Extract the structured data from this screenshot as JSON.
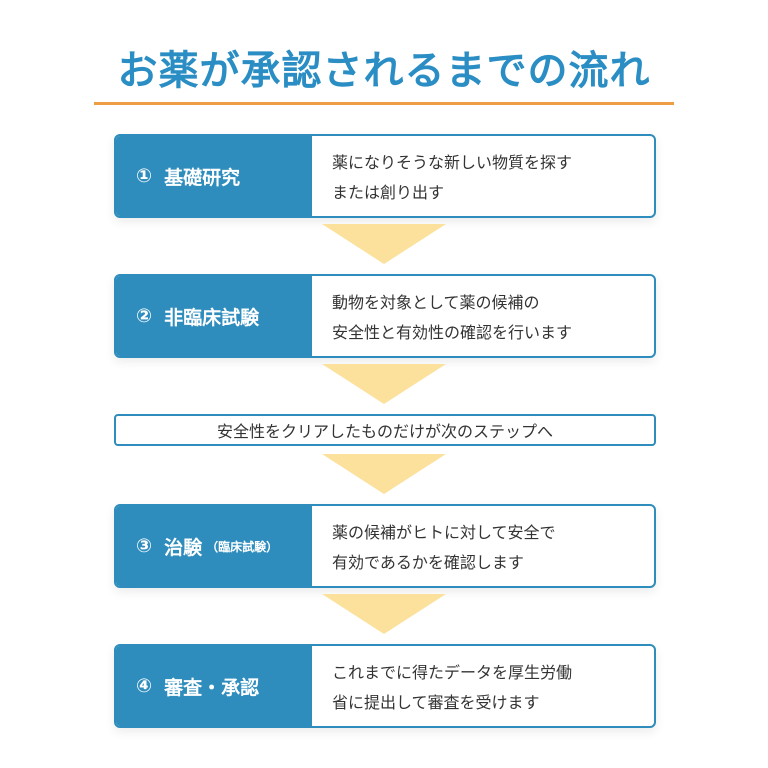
{
  "title": "お薬が承認されるまでの流れ",
  "steps": [
    {
      "num": "①",
      "label": "基礎研究",
      "sub": "",
      "lines": [
        "薬になりそうな新しい物質を探す",
        "または創り出す"
      ]
    },
    {
      "num": "②",
      "label": "非臨床試験",
      "sub": "",
      "lines": [
        "動物を対象として薬の候補の",
        "安全性と有効性の確認を行います"
      ]
    },
    {
      "num": "③",
      "label": "治験",
      "sub": "（臨床試験）",
      "lines": [
        "薬の候補がヒトに対して安全で",
        "有効であるかを確認します"
      ]
    },
    {
      "num": "④",
      "label": "審査・承認",
      "sub": "",
      "lines": [
        "これまでに得たデータを厚生労働",
        "省に提出して審査を受けます"
      ]
    }
  ],
  "note": "安全性をクリアしたものだけが次のステップへ",
  "colors": {
    "title": "#2a8ec4",
    "accent_rule": "#ef9d44",
    "box": "#2e8dbd",
    "arrow": "#fbe19c"
  }
}
